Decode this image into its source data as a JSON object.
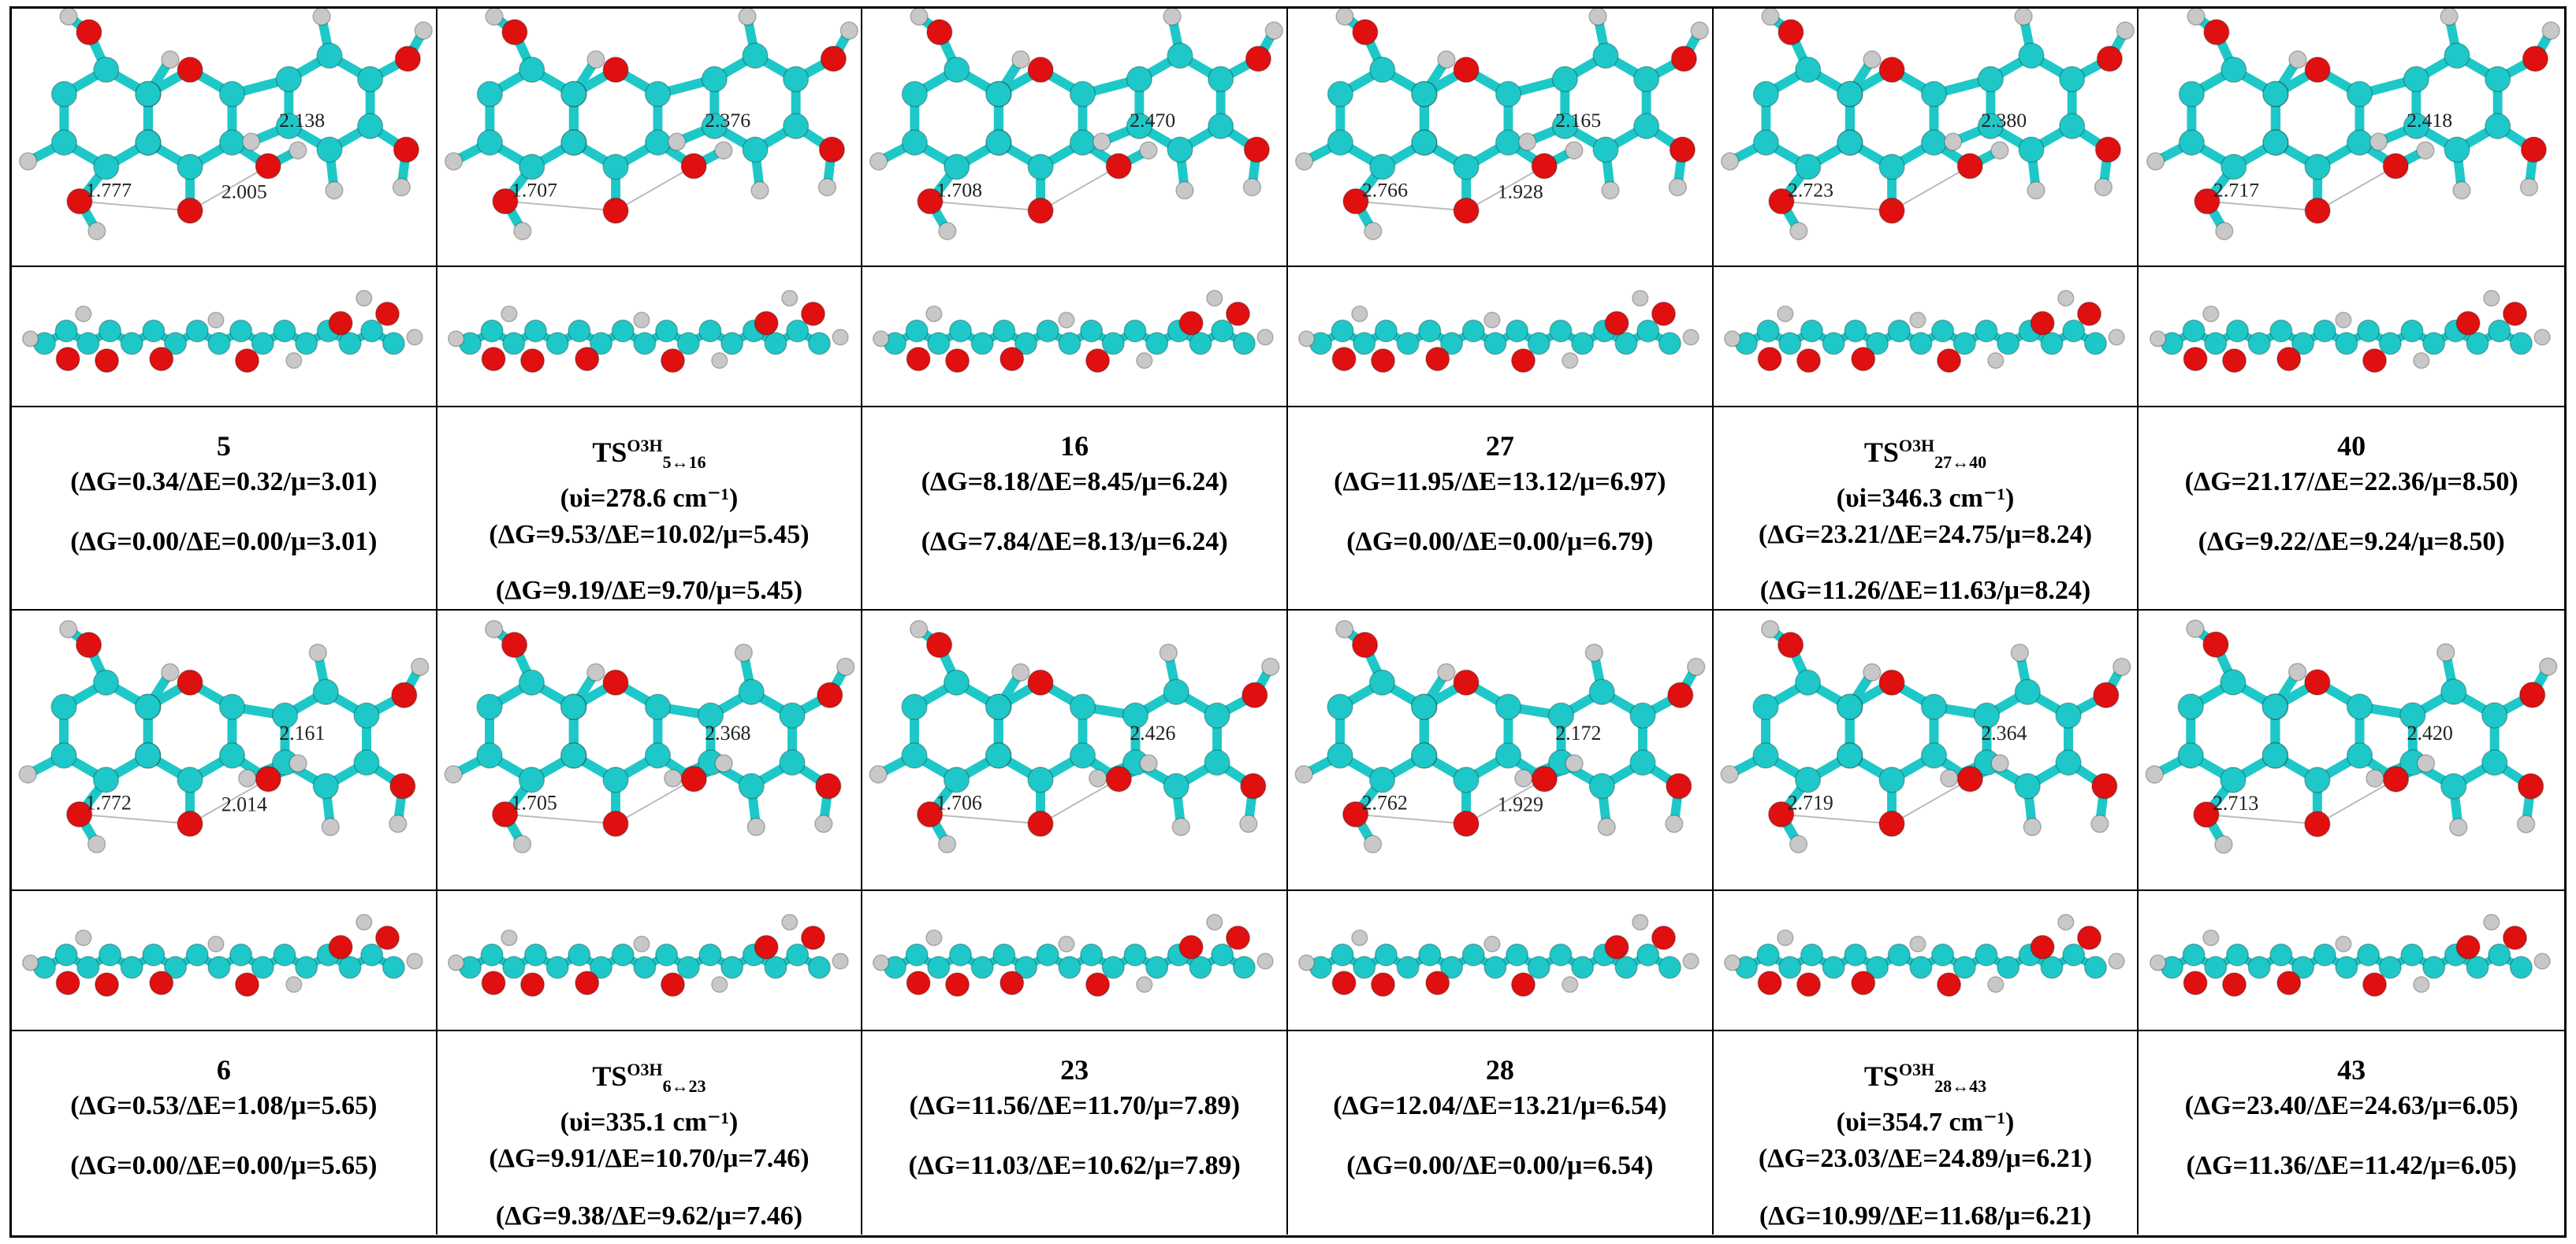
{
  "colors": {
    "carbon": "#1fc8c8",
    "oxygen": "#e01010",
    "hydrogen": "#c8c8c8",
    "border": "#000000"
  },
  "top_structures": [
    {
      "distances": [
        "1.777",
        "2.005",
        "2.138"
      ]
    },
    {
      "distances": [
        "1.707",
        "2.376"
      ]
    },
    {
      "distances": [
        "1.708",
        "2.470"
      ]
    },
    {
      "distances": [
        "2.766",
        "1.928",
        "2.165"
      ]
    },
    {
      "distances": [
        "2.723",
        "2.380"
      ]
    },
    {
      "distances": [
        "2.717",
        "2.418"
      ]
    }
  ],
  "top_labels": [
    {
      "name": "5",
      "freq": "",
      "line1": "(ΔG=0.34/ΔE=0.32/μ=3.01)",
      "line2": "(ΔG=0.00/ΔE=0.00/μ=3.01)"
    },
    {
      "name": "TS",
      "sup": "O3H",
      "sub": "5↔16",
      "freq": "(υi=278.6 cm⁻¹)",
      "line1": "(ΔG=9.53/ΔE=10.02/μ=5.45)",
      "line2": "(ΔG=9.19/ΔE=9.70/μ=5.45)"
    },
    {
      "name": "16",
      "freq": "",
      "line1": "(ΔG=8.18/ΔE=8.45/μ=6.24)",
      "line2": "(ΔG=7.84/ΔE=8.13/μ=6.24)"
    },
    {
      "name": "27",
      "freq": "",
      "line1": "(ΔG=11.95/ΔE=13.12/μ=6.97)",
      "line2": "(ΔG=0.00/ΔE=0.00/μ=6.79)"
    },
    {
      "name": "TS",
      "sup": "O3H",
      "sub": "27↔40",
      "freq": "(υi=346.3 cm⁻¹)",
      "line1": "(ΔG=23.21/ΔE=24.75/μ=8.24)",
      "line2": "(ΔG=11.26/ΔE=11.63/μ=8.24)"
    },
    {
      "name": "40",
      "freq": "",
      "line1": "(ΔG=21.17/ΔE=22.36/μ=8.50)",
      "line2": "(ΔG=9.22/ΔE=9.24/μ=8.50)"
    }
  ],
  "bottom_structures": [
    {
      "distances": [
        "1.772",
        "2.014",
        "2.161"
      ]
    },
    {
      "distances": [
        "1.705",
        "2.368"
      ]
    },
    {
      "distances": [
        "1.706",
        "2.426"
      ]
    },
    {
      "distances": [
        "2.762",
        "1.929",
        "2.172"
      ]
    },
    {
      "distances": [
        "2.719",
        "2.364"
      ]
    },
    {
      "distances": [
        "2.713",
        "2.420"
      ]
    }
  ],
  "bottom_labels": [
    {
      "name": "6",
      "freq": "",
      "line1": "(ΔG=0.53/ΔE=1.08/μ=5.65)",
      "line2": "(ΔG=0.00/ΔE=0.00/μ=5.65)"
    },
    {
      "name": "TS",
      "sup": "O3H",
      "sub": "6↔23",
      "freq": "(υi=335.1 cm⁻¹)",
      "line1": "(ΔG=9.91/ΔE=10.70/μ=7.46)",
      "line2": "(ΔG=9.38/ΔE=9.62/μ=7.46)"
    },
    {
      "name": "23",
      "freq": "",
      "line1": "(ΔG=11.56/ΔE=11.70/μ=7.89)",
      "line2": "(ΔG=11.03/ΔE=10.62/μ=7.89)"
    },
    {
      "name": "28",
      "freq": "",
      "line1": "(ΔG=12.04/ΔE=13.21/μ=6.54)",
      "line2": "(ΔG=0.00/ΔE=0.00/μ=6.54)"
    },
    {
      "name": "TS",
      "sup": "O3H",
      "sub": "28↔43",
      "freq": "(υi=354.7 cm⁻¹)",
      "line1": "(ΔG=23.03/ΔE=24.89/μ=6.21)",
      "line2": "(ΔG=10.99/ΔE=11.68/μ=6.21)"
    },
    {
      "name": "43",
      "freq": "",
      "line1": "(ΔG=23.40/ΔE=24.63/μ=6.05)",
      "line2": "(ΔG=11.36/ΔE=11.42/μ=6.05)"
    }
  ]
}
